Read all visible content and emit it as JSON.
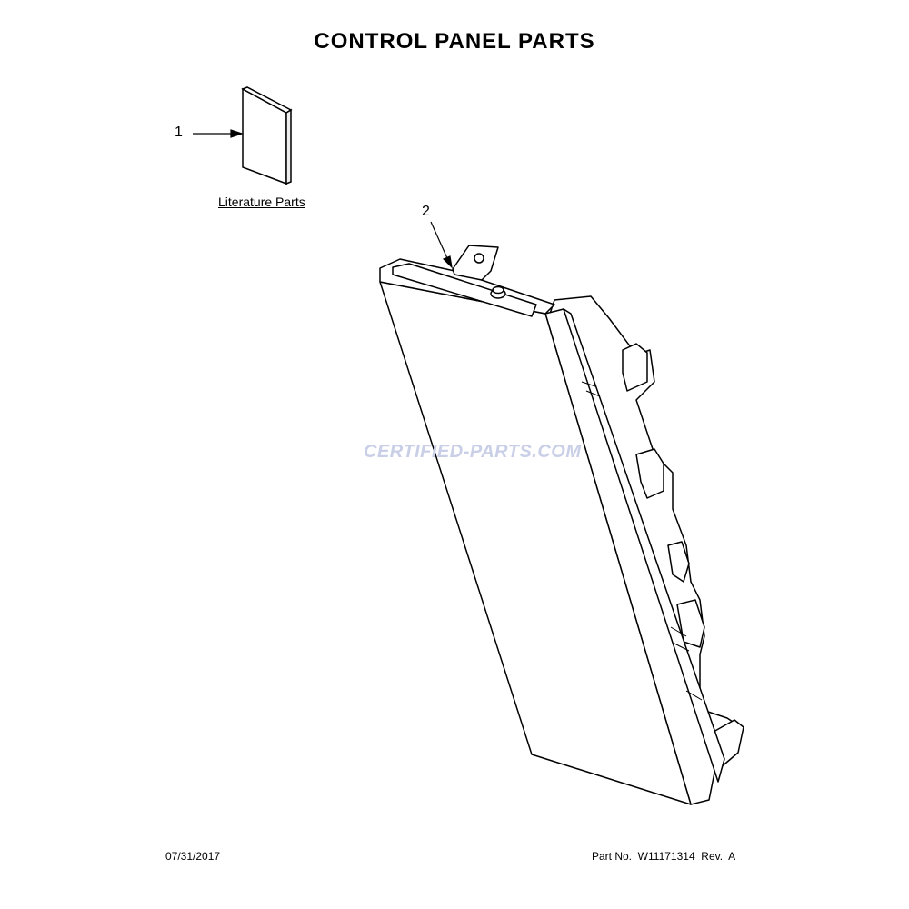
{
  "title": "CONTROL PANEL PARTS",
  "callouts": [
    {
      "number": "1",
      "label": "Literature Parts"
    },
    {
      "number": "2"
    }
  ],
  "watermark": "CERTIFIED-PARTS.COM",
  "footer": {
    "date": "07/31/2017",
    "part_no": "Part No.  W11171314  Rev.  A"
  }
}
